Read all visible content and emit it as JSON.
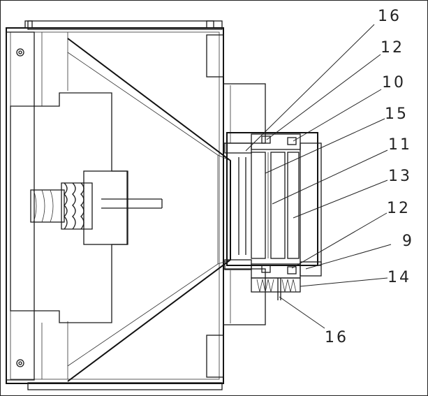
{
  "figure": {
    "labels": [
      {
        "id": "label-16-top",
        "text": "16"
      },
      {
        "id": "label-12-top",
        "text": "12"
      },
      {
        "id": "label-10",
        "text": "10"
      },
      {
        "id": "label-15",
        "text": "15"
      },
      {
        "id": "label-11",
        "text": "11"
      },
      {
        "id": "label-13",
        "text": "13"
      },
      {
        "id": "label-12-bottom",
        "text": "12"
      },
      {
        "id": "label-9",
        "text": "9"
      },
      {
        "id": "label-14",
        "text": "14"
      },
      {
        "id": "label-16-bottom",
        "text": "16"
      }
    ]
  }
}
